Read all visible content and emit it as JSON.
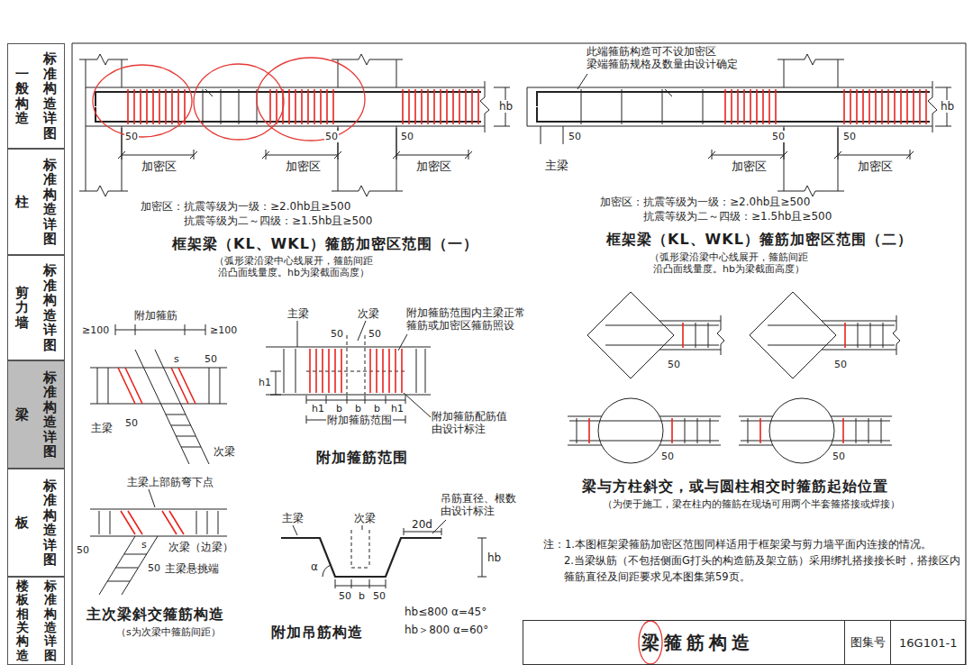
{
  "diagram": {
    "nodes": [
      {
        "text": [
          "一般构造",
          "标准构造详图"
        ]
      },
      {
        "text": [
          "柱",
          "标准构造详图"
        ]
      },
      {
        "text": [
          "剪力墙",
          "标准构造详图"
        ]
      },
      {
        "text": [
          "梁",
          "标准构造详图"
        ]
      },
      {
        "text": [
          "板",
          "标准构造详图"
        ]
      },
      {
        "text": [
          "楼板相关构造",
          "标准构造详图"
        ]
      },
      {
        "text": [
          "梁箍筋构造",
          "图集号",
          "16G101-1"
        ]
      }
    ],
    "labels": [
      "50",
      "50",
      "50",
      "加密区",
      "加密区",
      "加密区",
      "hb",
      "加密区：抗震等级为一级：≥2.0hb且≥500",
      "抗震等级为二～四级：≥1.5hb且≥500",
      "框架梁（KL、WKL）箍筋加密区范围（一）",
      "（弧形梁沿梁中心线展开，箍筋间距 沿凸面线量度。hb为梁截面高度）",
      "此端箍筋构造可不设加密区 梁端箍筋规格及数量由设计确定",
      "50",
      "主梁",
      "50",
      "50",
      "加密区",
      "加密区",
      "hb",
      "加密区：抗震等级为一级：≥2.0hb且≥500",
      "抗震等级为二～四级：≥1.5hb且≥500",
      "框架梁（KL、WKL）箍筋加密区范围（二）",
      "（弧形梁沿梁中心线展开，箍筋间距 沿凸面线量度。hb为梁截面高度）",
      "附加箍筋",
      "≥100",
      "≥100",
      "s",
      "50",
      "50",
      "主梁",
      "次梁",
      "主梁",
      "次梁",
      "附加箍筋范围内主梁正常 箍筋或加密区箍筋照设",
      "50",
      "50",
      "h1",
      "h1",
      "b",
      "b",
      "b",
      "h1",
      "附加箍筋范围",
      "附加箍筋配筋值 由设计标注",
      "附加箍筋范围",
      "50",
      "50",
      "50",
      "50",
      "梁与方柱斜交，或与圆柱相交时箍筋起始位置",
      "（为便于施工，梁在柱内的箍筋在现场可用两个半套箍搭接或焊接）",
      "主梁上部筋弯下点",
      "s",
      "次梁（边梁）",
      "50",
      "50",
      "主梁悬挑端",
      "主次梁斜交箍筋构造",
      "（s为次梁中箍筋间距）",
      "主梁",
      "次梁",
      "吊筋直径、根数 由设计标注",
      "20d",
      "hb",
      "α",
      "50",
      "b",
      "50",
      "hb≤800 α=45°",
      "hb＞800 α=60°",
      "附加吊筋构造",
      "注：1.本图框架梁箍筋加密区范围同样适用于框架梁与剪力墙平面内连接的情况。",
      "2.当梁纵筋（不包括侧面G打头的构造筋及架立筋）采用绑扎搭接接长时，搭接区内箍筋直径及间距要求见本图集第59页。"
    ]
  }
}
